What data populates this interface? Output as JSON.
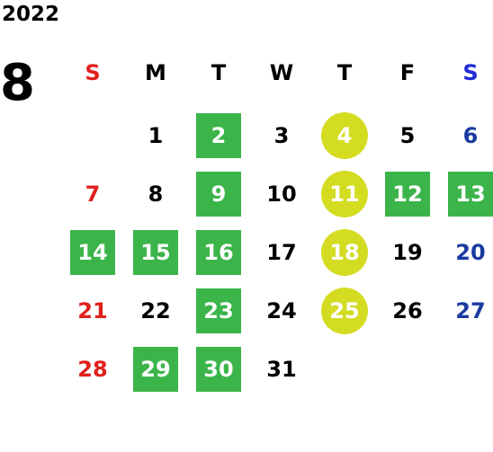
{
  "calendar": {
    "year": "2022",
    "month": "8",
    "weekdays": [
      "S",
      "M",
      "T",
      "W",
      "T",
      "F",
      "S"
    ],
    "weeks": [
      [
        {
          "d": ""
        },
        {
          "d": "1"
        },
        {
          "d": "2",
          "mark": "square"
        },
        {
          "d": "3"
        },
        {
          "d": "4",
          "mark": "circle"
        },
        {
          "d": "5"
        },
        {
          "d": "6"
        }
      ],
      [
        {
          "d": "7"
        },
        {
          "d": "8"
        },
        {
          "d": "9",
          "mark": "square"
        },
        {
          "d": "10"
        },
        {
          "d": "11",
          "mark": "circle"
        },
        {
          "d": "12",
          "mark": "square"
        },
        {
          "d": "13",
          "mark": "square"
        }
      ],
      [
        {
          "d": "14",
          "mark": "square"
        },
        {
          "d": "15",
          "mark": "square"
        },
        {
          "d": "16",
          "mark": "square"
        },
        {
          "d": "17"
        },
        {
          "d": "18",
          "mark": "circle"
        },
        {
          "d": "19"
        },
        {
          "d": "20"
        }
      ],
      [
        {
          "d": "21"
        },
        {
          "d": "22"
        },
        {
          "d": "23",
          "mark": "square"
        },
        {
          "d": "24"
        },
        {
          "d": "25",
          "mark": "circle"
        },
        {
          "d": "26"
        },
        {
          "d": "27"
        }
      ],
      [
        {
          "d": "28"
        },
        {
          "d": "29",
          "mark": "square"
        },
        {
          "d": "30",
          "mark": "square"
        },
        {
          "d": "31"
        },
        {
          "d": ""
        },
        {
          "d": ""
        },
        {
          "d": ""
        }
      ]
    ]
  },
  "colors": {
    "square_mark": "#3bb54a",
    "circle_mark": "#d4dc22",
    "sunday_text": "#e0201c",
    "saturday_text": "#1a3aa0"
  }
}
